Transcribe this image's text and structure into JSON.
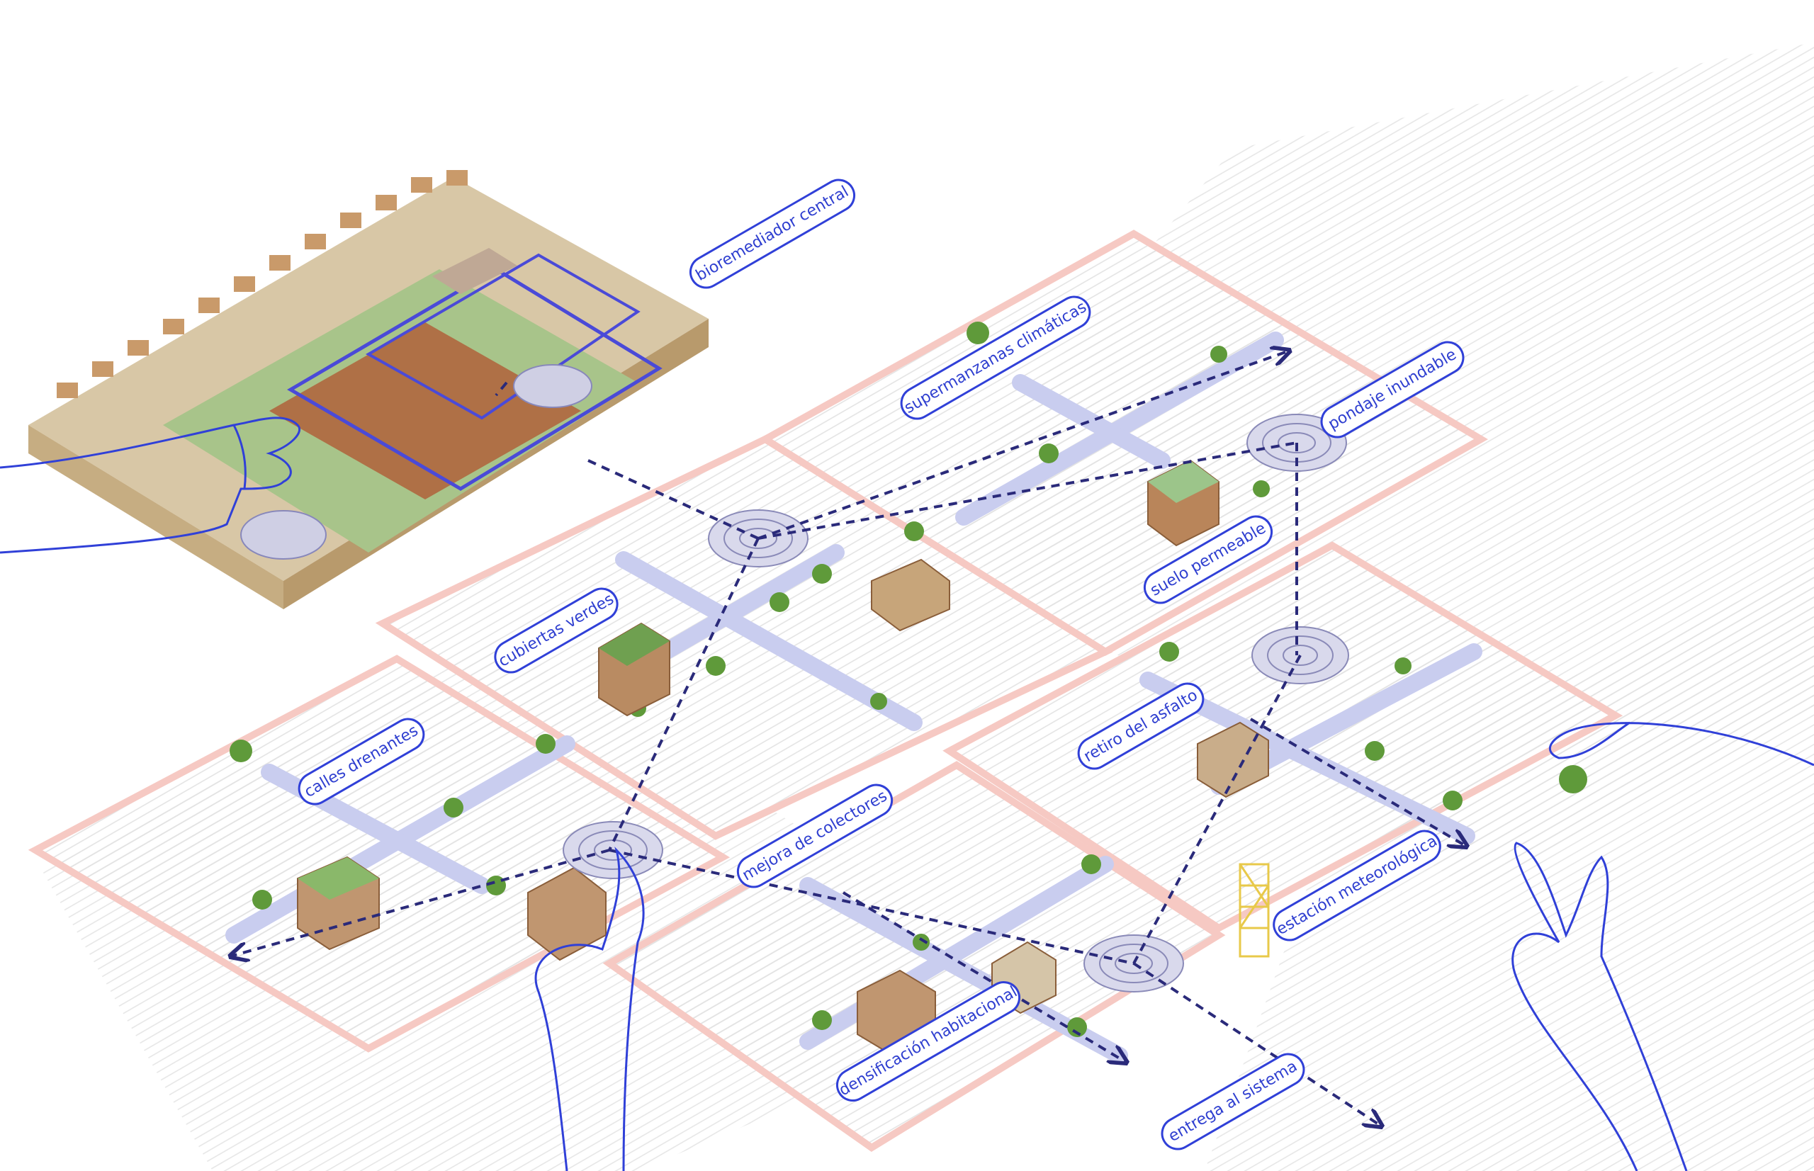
{
  "labels": {
    "bioremediador": "bioremediador central",
    "supermanzanas": "supermanzanas climáticas",
    "pondaje": "pondaje inundable",
    "suelo": "suelo permeable",
    "cubiertas": "cubiertas verdes",
    "calles": "calles drenantes",
    "retiro": "retiro del asfalto",
    "colectores": "mejora de colectores",
    "estacion": "estación meteorológica",
    "densificacion": "densificación habitacional",
    "entrega": "entrega al sistema"
  },
  "colors": {
    "accent": "#3040d8",
    "flow_line": "#2a2a7a",
    "block_outline": "#f6c9c3",
    "street": "#c9cdef",
    "vegetation": "#5f9a3a",
    "hand_outline": "#3040d8",
    "weather_tower": "#e8d64a"
  },
  "icons": [
    "hand-icon",
    "tree-icon",
    "house-icon",
    "pond-icon",
    "tower-icon"
  ]
}
